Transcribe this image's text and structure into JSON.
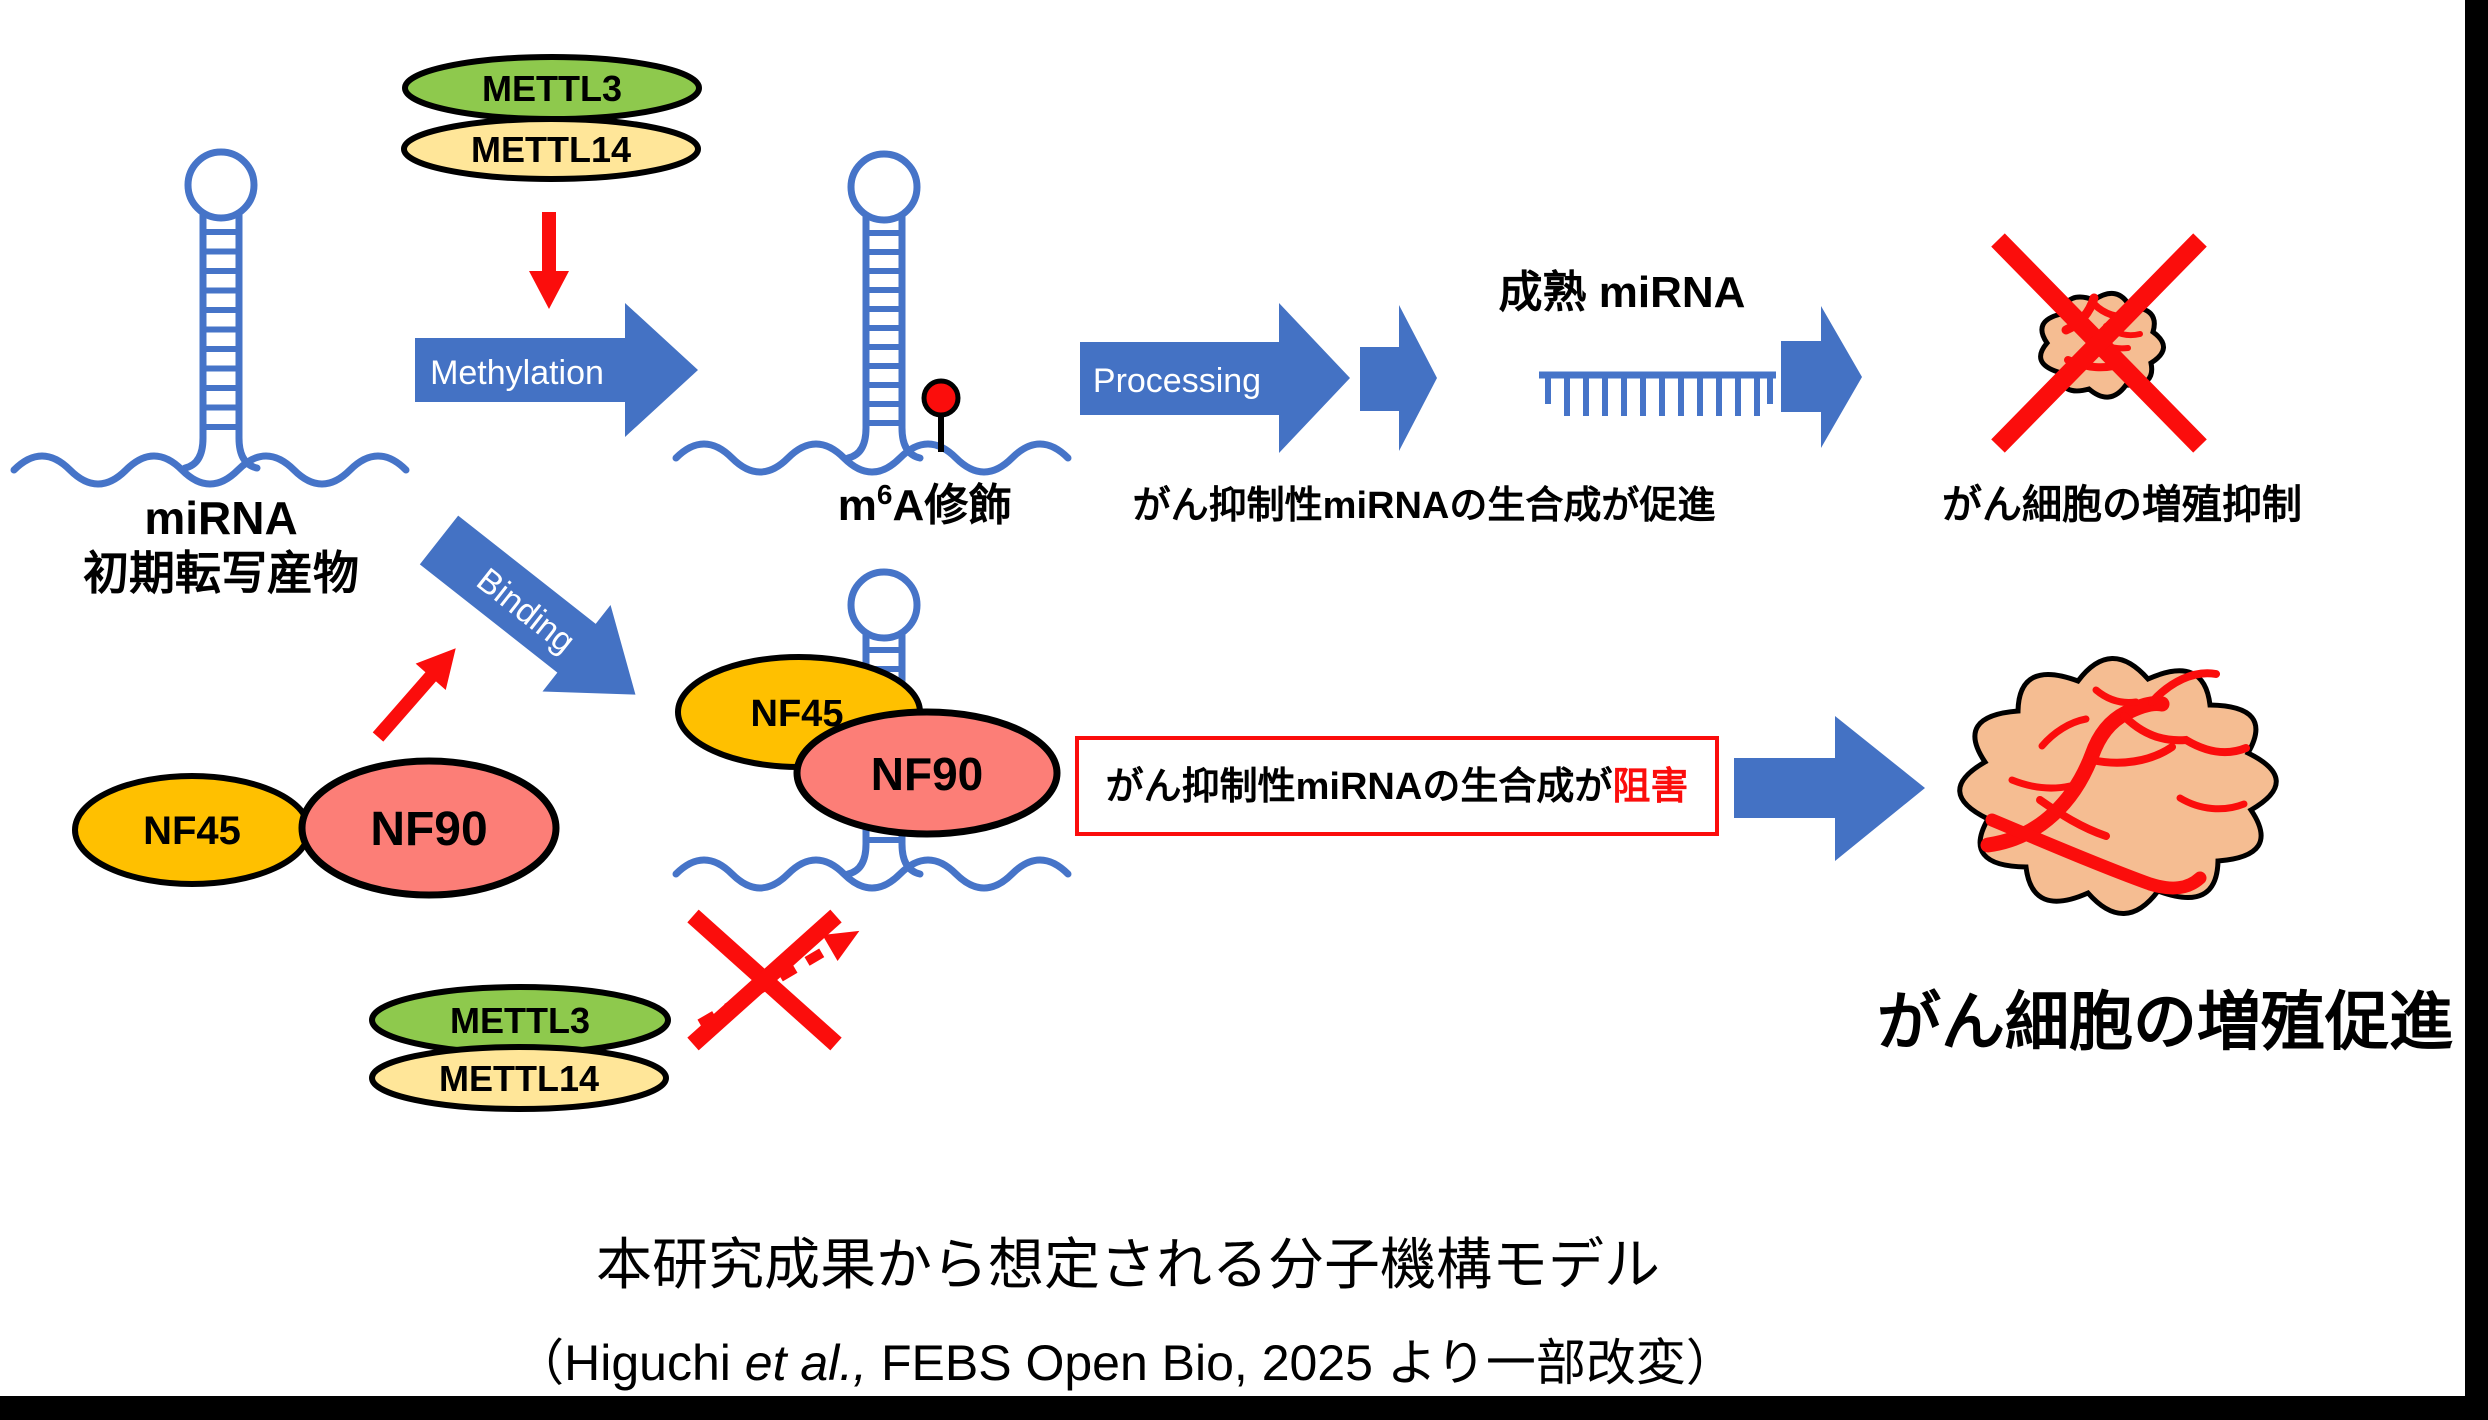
{
  "figure": {
    "background": "#FFFFFF",
    "colors": {
      "rna_blue": "#4674C8",
      "arrow_blue": "#4472C4",
      "mettl3_green": "#8EC94D",
      "mettl14_yellow": "#FFE699",
      "nf45_orange": "#FFC000",
      "nf90_pink": "#FC7E77",
      "red": "#FB0D0C",
      "cell_fill": "#F5BD92",
      "outline_black": "#000000",
      "text_black": "#000000",
      "arrow_text_white": "#FFFFFF"
    },
    "top_pathway": {
      "mettl3_label": "METTL3",
      "mettl14_label": "METTL14",
      "methylation_arrow_label": "Methylation",
      "pri_mirna_label_line1": "miRNA",
      "pri_mirna_label_line2": "初期転写産物",
      "m6a_label_m": "m",
      "m6a_label_sup": "6",
      "m6a_label_rest": "A修飾",
      "processing_arrow_label": "Processing",
      "mature_mirna_label": "成熟 miRNA",
      "promote_text": "がん抑制性miRNAの生合成が促進",
      "outcome_label": "がん細胞の増殖抑制"
    },
    "bottom_pathway": {
      "binding_arrow_label": "Binding",
      "nf45_label": "NF45",
      "nf90_label": "NF90",
      "bound_nf45_label": "NF45",
      "bound_nf90_label": "NF90",
      "mettl3_label": "METTL3",
      "mettl14_label": "METTL14",
      "inhibit_text_black": "がん抑制性miRNAの生合成が",
      "inhibit_text_red": "阻害",
      "outcome_label": "がん細胞の増殖促進"
    },
    "caption": {
      "line1": "本研究成果から想定される分子機構モデル",
      "line2_prefix": "（Higuchi ",
      "line2_italic": "et al.,",
      "line2_suffix": " FEBS Open Bio, 2025 より一部改変）"
    }
  }
}
